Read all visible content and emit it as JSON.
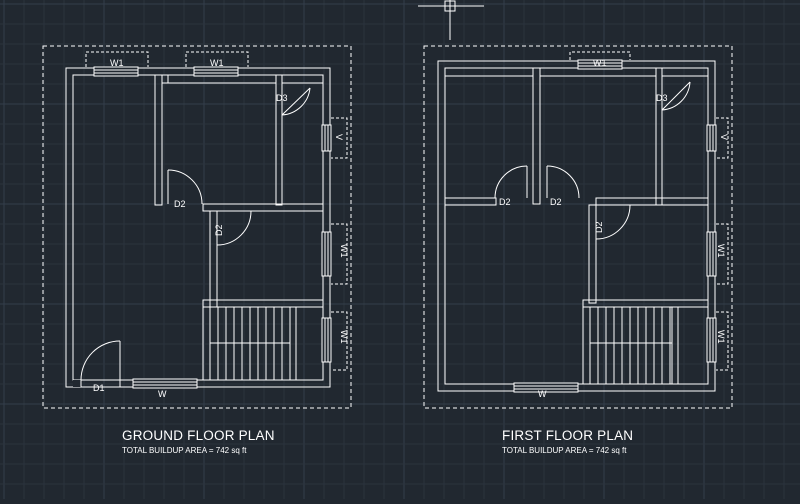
{
  "colors": {
    "background": "#212830",
    "grid_minor": "#2b333d",
    "grid_major": "#343e4a",
    "lines": "#ffffff"
  },
  "plans": [
    {
      "title": "GROUND FLOOR PLAN",
      "subtitle": "TOTAL BUILDUP AREA = 742 sq ft",
      "labels": {
        "w1_top_left": "W1",
        "w1_top_right": "W1",
        "d3": "D3",
        "v": "V",
        "d2_left": "D2",
        "d2_right": "D2",
        "w1_right_upper": "W1",
        "w1_right_lower": "W1",
        "d1": "D1",
        "w": "W"
      }
    },
    {
      "title": "FIRST FLOOR PLAN",
      "subtitle": "TOTAL BUILDUP AREA = 742 sq ft",
      "labels": {
        "w1_top": "W1",
        "d3": "D3",
        "v": "V",
        "d2_left": "D2",
        "d2_mid": "D2",
        "d2_right": "D2",
        "w1_right_upper": "W1",
        "w1_right_lower": "W1",
        "w": "W"
      }
    }
  ]
}
